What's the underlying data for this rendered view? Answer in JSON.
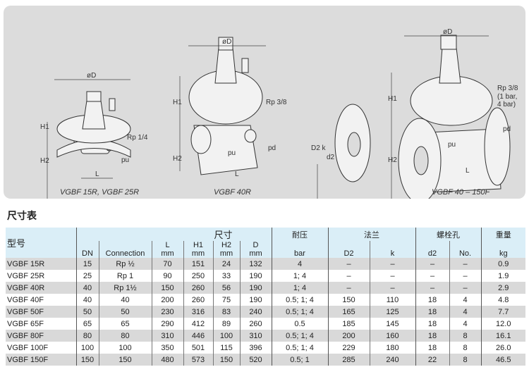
{
  "diagram": {
    "dim_labels": {
      "od": "øD",
      "h1": "H1",
      "h2": "H2",
      "l": "L",
      "pu": "pu",
      "pd": "pd",
      "d2k": "D2 k",
      "d2": "d2"
    },
    "small": {
      "rp14": "Rp 1/4",
      "rp38": "Rp 3/8",
      "rp38_note1": "(1 bar,",
      "rp38_note2": "4 bar)"
    },
    "captions": [
      "VGBF 15R, VGBF 25R",
      "VGBF 40R",
      "VGBF 40 – 150F"
    ]
  },
  "title": "尺寸表",
  "table": {
    "group_headers": {
      "model": "型号",
      "dims": "尺寸",
      "pressure": "耐压",
      "flange": "法兰",
      "bolt": "螺栓孔",
      "weight": "重量"
    },
    "col_headers": [
      "DN",
      "Connection",
      "L",
      "H1",
      "H2",
      "D",
      "bar",
      "D2",
      "k",
      "d2",
      "No.",
      "kg"
    ],
    "unit": "mm",
    "rows": [
      [
        "VGBF 15R",
        "15",
        "Rp ½",
        "70",
        "151",
        "24",
        "132",
        "4",
        "–",
        "–",
        "–",
        "–",
        "0.9"
      ],
      [
        "VGBF 25R",
        "25",
        "Rp 1",
        "90",
        "250",
        "33",
        "190",
        "1; 4",
        "–",
        "–",
        "–",
        "–",
        "1.9"
      ],
      [
        "VGBF 40R",
        "40",
        "Rp 1½",
        "150",
        "260",
        "56",
        "190",
        "1; 4",
        "–",
        "–",
        "–",
        "–",
        "2.9"
      ],
      [
        "VGBF 40F",
        "40",
        "40",
        "200",
        "260",
        "75",
        "190",
        "0.5; 1; 4",
        "150",
        "110",
        "18",
        "4",
        "4.8"
      ],
      [
        "VGBF 50F",
        "50",
        "50",
        "230",
        "316",
        "83",
        "240",
        "0.5; 1; 4",
        "165",
        "125",
        "18",
        "4",
        "7.7"
      ],
      [
        "VGBF 65F",
        "65",
        "65",
        "290",
        "412",
        "89",
        "260",
        "0.5",
        "185",
        "145",
        "18",
        "4",
        "12.0"
      ],
      [
        "VGBF 80F",
        "80",
        "80",
        "310",
        "446",
        "100",
        "310",
        "0.5; 1; 4",
        "200",
        "160",
        "18",
        "8",
        "16.1"
      ],
      [
        "VGBF 100F",
        "100",
        "100",
        "350",
        "501",
        "115",
        "396",
        "0.5; 1; 4",
        "229",
        "180",
        "18",
        "8",
        "26.0"
      ],
      [
        "VGBF 150F",
        "150",
        "150",
        "480",
        "573",
        "150",
        "520",
        "0.5; 1",
        "285",
        "240",
        "22",
        "8",
        "46.5"
      ]
    ]
  }
}
